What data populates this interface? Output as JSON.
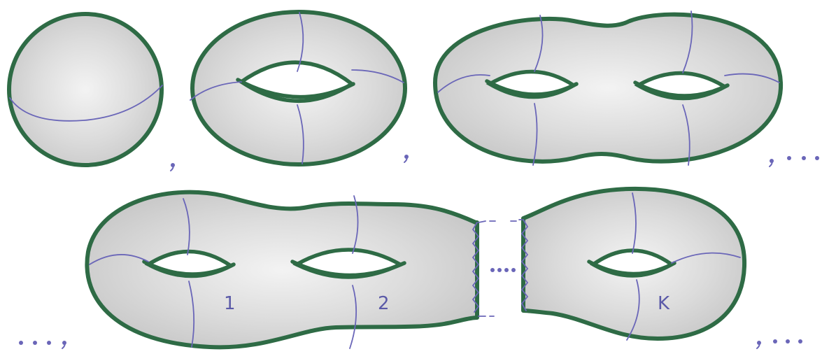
{
  "surfaces": [
    {
      "genus_label": ""
    },
    {
      "genus_label": ""
    },
    {
      "genus_label": ""
    }
  ],
  "handle_labels": [
    "1",
    "2",
    "K"
  ],
  "colors": {
    "outline": "#2e6b45",
    "meridian": "#6a66b8",
    "shading": "#c9c9c9"
  }
}
